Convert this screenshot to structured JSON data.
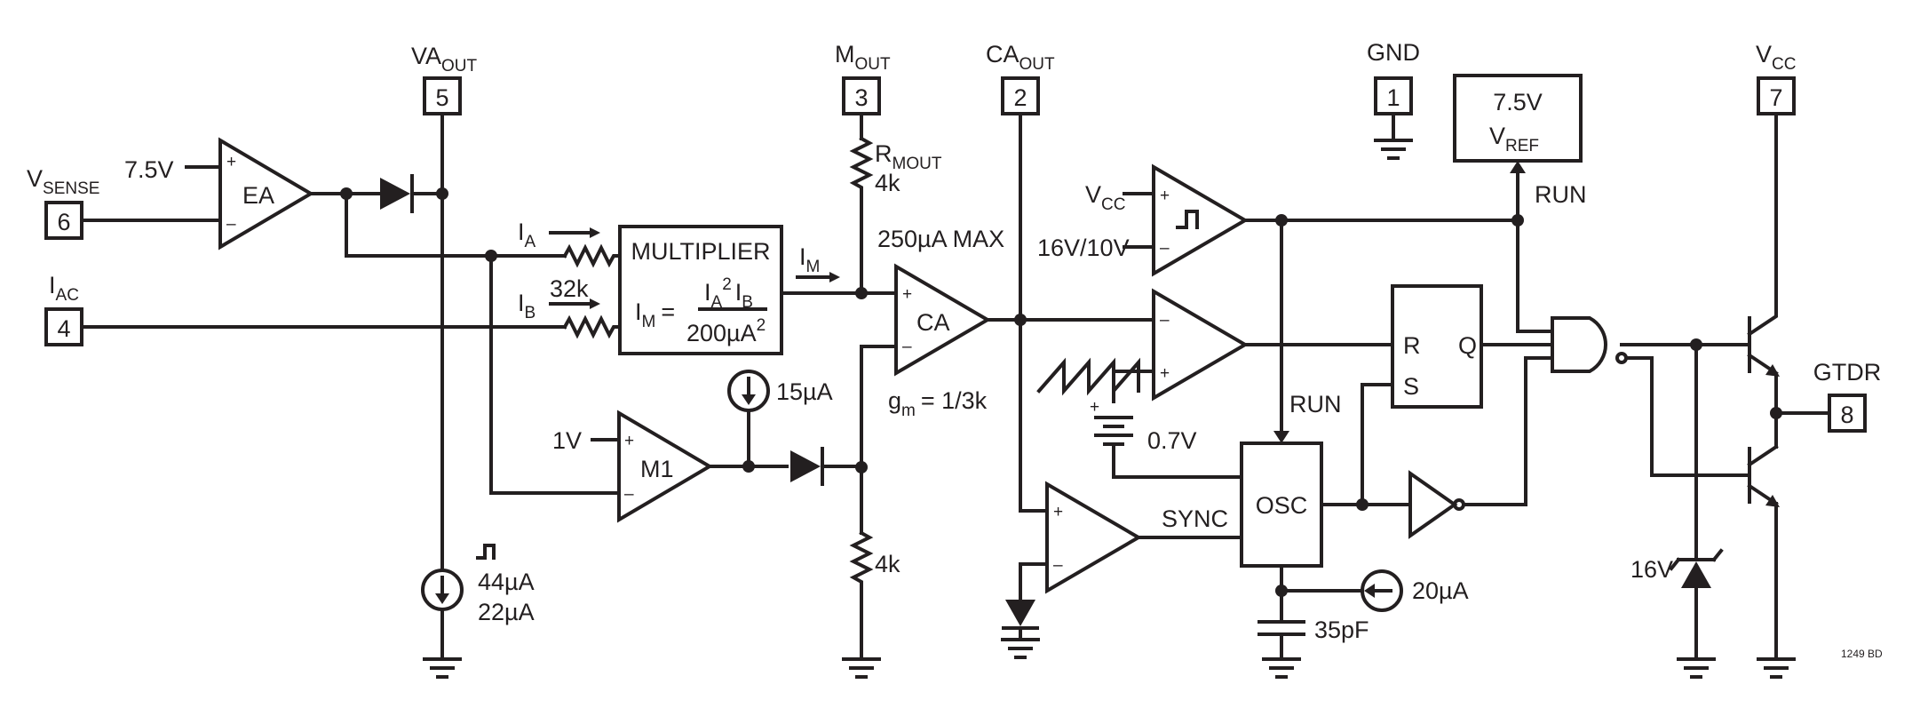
{
  "pins": [
    {
      "num": "5",
      "name": "VA",
      "sub": "OUT"
    },
    {
      "num": "3",
      "name": "M",
      "sub": "OUT"
    },
    {
      "num": "2",
      "name": "CA",
      "sub": "OUT"
    },
    {
      "num": "1",
      "name": "GND",
      "sub": ""
    },
    {
      "num": "7",
      "name": "V",
      "sub": "CC"
    },
    {
      "num": "6",
      "name": "V",
      "sub": "SENSE"
    },
    {
      "num": "4",
      "name": "I",
      "sub": "AC"
    },
    {
      "num": "8",
      "name": "GTDR",
      "sub": ""
    }
  ],
  "blocks": {
    "ea": "EA",
    "ca": "CA",
    "m1": "M1",
    "multiplier_title": "MULTIPLIER",
    "multiplier_lhs": "I",
    "multiplier_lhs_sub": "M",
    "multiplier_eq": "=",
    "multiplier_num_a": "I",
    "multiplier_num_a_sub": "A",
    "multiplier_num_exp": "2",
    "multiplier_num_b": "I",
    "multiplier_num_b_sub": "B",
    "multiplier_den": "200µA",
    "multiplier_den_exp": "2",
    "vref_line1": "7.5V",
    "vref_line2": "V",
    "vref_line2_sub": "REF",
    "osc": "OSC",
    "latch_r": "R",
    "latch_s": "S",
    "latch_q": "Q"
  },
  "labels": {
    "ea_ref": "7.5V",
    "ia": "I",
    "ia_sub": "A",
    "ib": "I",
    "ib_sub": "B",
    "r32k": "32k",
    "im": "I",
    "im_sub": "M",
    "rmout": "R",
    "rmout_sub": "MOUT",
    "rmout_val": "4k",
    "ca_limit": "250µA MAX",
    "gm": "g",
    "gm_sub": "m",
    "gm_val": "= 1/3k",
    "i15": "15µA",
    "m1_ref": "1V",
    "r4k_low": "4k",
    "i44": "44µA",
    "i22": "22µA",
    "vcc_comp": "V",
    "vcc_comp_sub": "CC",
    "uvlo": "16V/10V",
    "run_top": "RUN",
    "run_osc": "RUN",
    "sync": "SYNC",
    "v07": "0.7V",
    "i20": "20µA",
    "c35": "35pF",
    "zener": "16V",
    "plus": "+",
    "minus": "–",
    "part_code": "1249 BD"
  },
  "colors": {
    "ink": "#231f20",
    "paper": "#ffffff"
  }
}
